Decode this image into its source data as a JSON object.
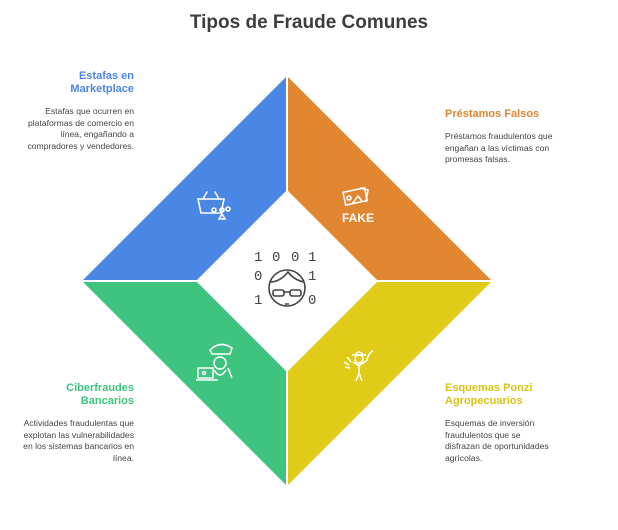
{
  "title": "Tipos de Fraude Comunes",
  "center_icon": "binary-hacker-icon",
  "center_digits": [
    "1",
    "0",
    "0",
    "1",
    "0",
    "1",
    "1",
    "0"
  ],
  "sections": [
    {
      "title": "Estafas en Marketplace",
      "description": "Estafas que ocurren en plataformas de comercio en línea, engañando a compradores y vendedores.",
      "color": "#4a86e4",
      "icon": "basket-icon"
    },
    {
      "title": "Préstamos Falsos",
      "description": "Préstamos fraudulentos que engañan a las víctimas con promesas falsas.",
      "color": "#e08530",
      "icon": "fake-image-icon",
      "icon_text": "FAKE"
    },
    {
      "title": "Ciberfraudes Bancarios",
      "description": "Actividades fraudulentas que explotan las vulnerabilidades en los sistemas bancarios en línea.",
      "color": "#3ec47e",
      "icon": "pirate-laptop-icon"
    },
    {
      "title": "Esquemas Ponzi Agropecuarios",
      "description": "Esquemas de inversión fraudulentos que se disfrazan de oportunidades agrícolas.",
      "color": "#e0cb18",
      "icon": "farmer-icon"
    }
  ]
}
